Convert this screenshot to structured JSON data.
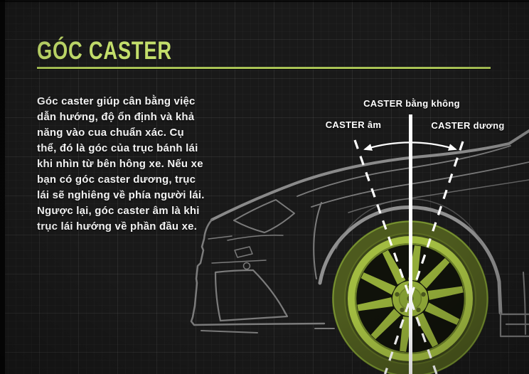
{
  "page": {
    "background_color": "#191919",
    "accent_color": "#c3de6b"
  },
  "header": {
    "title": "GÓC CASTER"
  },
  "intro": {
    "paragraph_lines": [
      "Góc caster giúp cân bằng việc",
      "dẫn hướng, độ ổn định và khả",
      "năng vào cua chuẩn xác. Cụ",
      "thể, đó là góc của trục bánh lái",
      "khi nhìn từ bên hông xe. Nếu xe",
      "bạn có góc caster dương, trục",
      "lái sẽ nghiêng về phía người lái.",
      "Ngược lại, góc caster âm là khi",
      "trục lái hướng về phần đầu xe."
    ]
  },
  "diagram": {
    "label_zero_caster": "CASTER bằng không",
    "label_negative_caster": "CASTER âm",
    "label_positive_caster": "CASTER dương",
    "icons": {
      "caster-sweep-arrow-icon": "curved double-headed arrow between negative and positive caster axes",
      "zero-caster-axis": "solid vertical white line through wheel center",
      "negative-caster-axis": "white dashed line tilted toward car front",
      "positive-caster-axis": "white dashed line tilted toward driver"
    },
    "colors": {
      "wheel_rim_green": "#a2bc41",
      "wheel_spoke_green": "#93ac39",
      "tire_olive": "#55631f",
      "car_outline_gray": "#7d7d7d",
      "axis_white": "#ffffff",
      "title_green": "#c3de6b"
    }
  }
}
